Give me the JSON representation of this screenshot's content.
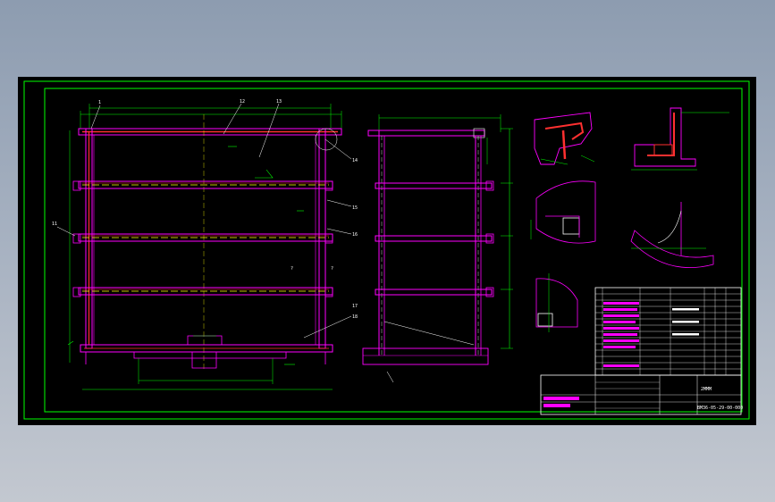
{
  "callouts": {
    "front": [
      "1",
      "12",
      "13",
      "14",
      "15",
      "16",
      "11",
      "17",
      "18"
    ]
  },
  "title_block": {
    "drawing_number": "BM36-05-29-00-000",
    "company": "2MMM"
  },
  "colors": {
    "border": "#00ff00",
    "frame": "#ff00ff",
    "steel": "#ff3030",
    "dims": "#00ff00",
    "centerline": "#ffff00",
    "text": "#ffffff"
  }
}
